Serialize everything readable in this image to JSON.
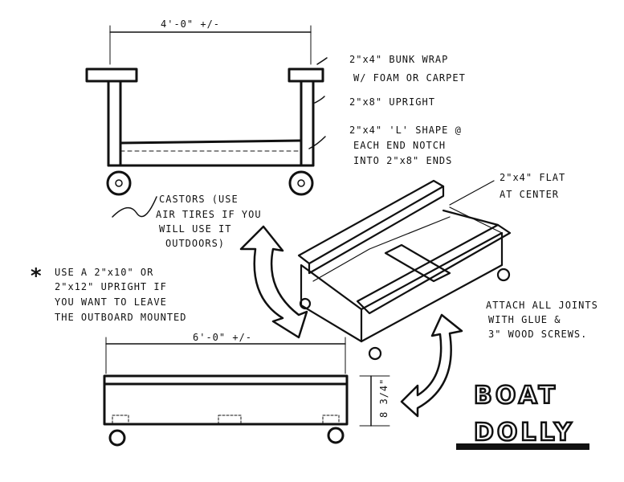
{
  "dimensions": {
    "width_top": "4'-0\" +/-",
    "width_side": "6'-0\" +/-",
    "height_side": "8 3/4\""
  },
  "notes": {
    "bunk": [
      "2\"x4\" BUNK WRAP",
      "W/ FOAM OR CARPET"
    ],
    "upright": "2\"x8\" UPRIGHT",
    "l_shape": [
      "2\"x4\" 'L' SHAPE @",
      "EACH END NOTCH",
      "INTO 2\"x8\" ENDS"
    ],
    "flat": [
      "2\"x4\" FLAT",
      "AT CENTER"
    ],
    "castors": [
      "CASTORS (USE",
      "AIR TIRES IF YOU",
      "WILL USE IT",
      "OUTDOORS)"
    ],
    "outboard": [
      "USE A 2\"x10\" OR",
      "2\"x12\" UPRIGHT IF",
      "YOU WANT TO LEAVE",
      "THE OUTBOARD MOUNTED"
    ],
    "outboard_marker": "*",
    "attach": [
      "ATTACH ALL JOINTS",
      "WITH GLUE &",
      "3\" WOOD SCREWS."
    ]
  },
  "title": {
    "line1": "BOAT",
    "line2": "DOLLY"
  }
}
